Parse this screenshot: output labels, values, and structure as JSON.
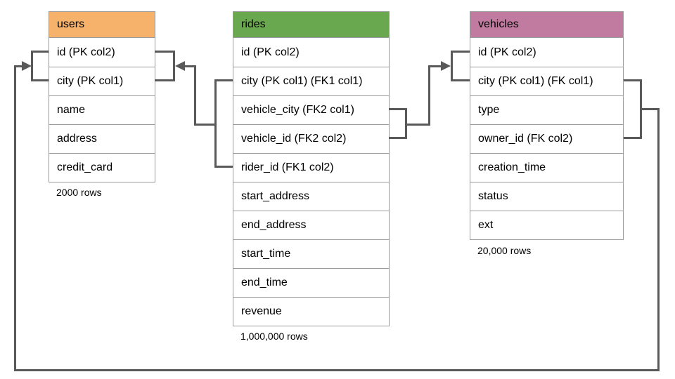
{
  "diagram": {
    "background": "#ffffff",
    "line_color": "#595959",
    "border_color": "#9b9b9b",
    "tables": [
      {
        "name": "users",
        "header_color": "#f6b26b",
        "columns": [
          "id (PK col2)",
          "city (PK col1)",
          "name",
          "address",
          "credit_card"
        ],
        "row_count": "2000 rows"
      },
      {
        "name": "rides",
        "header_color": "#6aa84f",
        "columns": [
          "id (PK col2)",
          "city (PK col1) (FK1 col1)",
          "vehicle_city (FK2 col1)",
          "vehicle_id (FK2 col2)",
          "rider_id (FK1 col2)",
          "start_address",
          "end_address",
          "start_time",
          "end_time",
          "revenue"
        ],
        "row_count": "1,000,000 rows"
      },
      {
        "name": "vehicles",
        "header_color": "#c27ba0",
        "columns": [
          "id (PK col2)",
          "city (PK col1) (FK col1)",
          "type",
          "owner_id (FK col2)",
          "creation_time",
          "status",
          "ext"
        ],
        "row_count": "20,000 rows"
      }
    ],
    "relationships": [
      {
        "from": "rides",
        "via": "FK1 (city, rider_id)",
        "to": "users"
      },
      {
        "from": "rides",
        "via": "FK2 (vehicle_city, vehicle_id)",
        "to": "vehicles"
      },
      {
        "from": "vehicles",
        "via": "FK (city, owner_id)",
        "to": "users"
      }
    ]
  }
}
